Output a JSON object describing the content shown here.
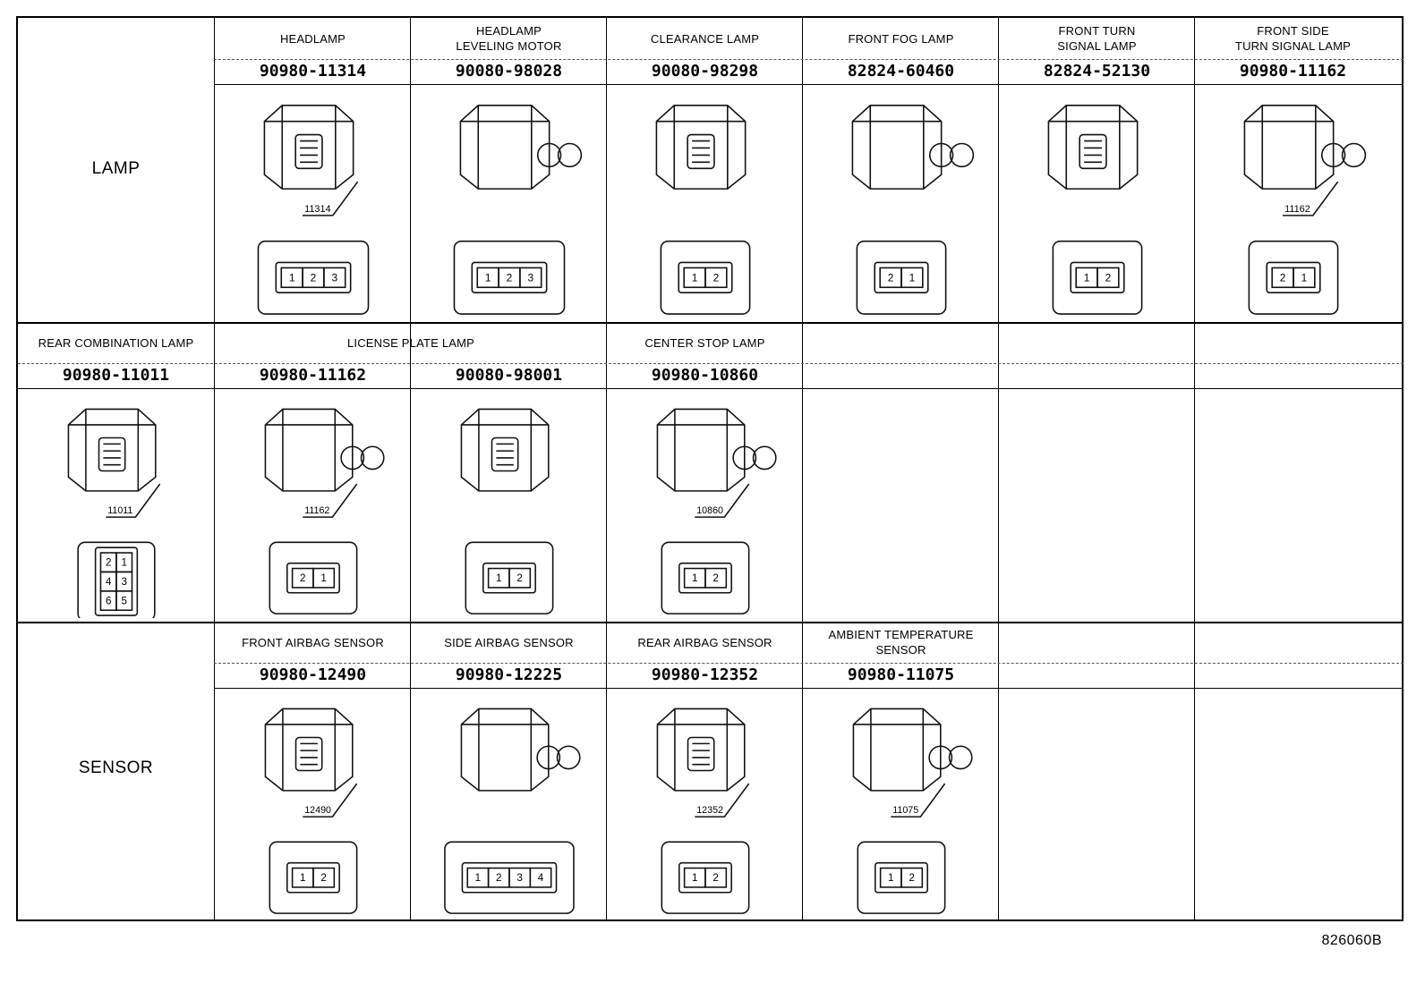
{
  "sections": [
    {
      "category": "LAMP"
    },
    {
      "category": ""
    },
    {
      "category": "SENSOR"
    }
  ],
  "rows": [
    {
      "connectors": [
        {
          "name": "",
          "part_no": ""
        },
        {
          "name": "HEADLAMP",
          "part_no": "90980-11314",
          "label": "11314",
          "pins": [
            "1",
            "2",
            "3"
          ]
        },
        {
          "name_line1": "HEADLAMP",
          "name_line2": "LEVELING MOTOR",
          "part_no": "90080-98028",
          "pins": [
            "1",
            "2",
            "3"
          ]
        },
        {
          "name": "CLEARANCE LAMP",
          "part_no": "90080-98298",
          "pins": [
            "1",
            "2"
          ]
        },
        {
          "name": "FRONT FOG LAMP",
          "part_no": "82824-60460",
          "pins": [
            "2",
            "1"
          ]
        },
        {
          "name_line1": "FRONT TURN",
          "name_line2": "SIGNAL LAMP",
          "part_no": "82824-52130",
          "pins": [
            "1",
            "2"
          ]
        },
        {
          "name_line1": "FRONT SIDE",
          "name_line2": "TURN SIGNAL LAMP",
          "part_no": "90980-11162",
          "label": "11162",
          "pins": [
            "2",
            "1"
          ]
        }
      ]
    },
    {
      "connectors": [
        {
          "name": "REAR COMBINATION LAMP",
          "part_no": "90980-11011",
          "label": "11011",
          "pins": [
            "2",
            "1",
            "4",
            "3",
            "6",
            "5"
          ]
        },
        {
          "name": "LICENSE PLATE LAMP",
          "part_no": "90980-11162",
          "label": "11162",
          "pins": [
            "2",
            "1"
          ]
        },
        {
          "name": "",
          "part_no": "90080-98001",
          "pins": [
            "1",
            "2"
          ]
        },
        {
          "name": "CENTER STOP LAMP",
          "part_no": "90980-10860",
          "label": "10860",
          "pins": [
            "1",
            "2"
          ]
        },
        {
          "name": "",
          "part_no": ""
        },
        {
          "name": "",
          "part_no": ""
        },
        {
          "name": "",
          "part_no": ""
        }
      ]
    },
    {
      "connectors": [
        {
          "name": "",
          "part_no": ""
        },
        {
          "name": "FRONT AIRBAG SENSOR",
          "part_no": "90980-12490",
          "label": "12490",
          "pins": [
            "1",
            "2"
          ]
        },
        {
          "name": "SIDE AIRBAG SENSOR",
          "part_no": "90980-12225",
          "pins": [
            "1",
            "2",
            "3",
            "4"
          ]
        },
        {
          "name": "REAR AIRBAG SENSOR",
          "part_no": "90980-12352",
          "label": "12352",
          "pins": [
            "1",
            "2"
          ]
        },
        {
          "name_line1": "AMBIENT TEMPERATURE",
          "name_line2": "SENSOR",
          "part_no": "90980-11075",
          "label": "11075",
          "pins": [
            "1",
            "2"
          ]
        },
        {
          "name": "",
          "part_no": ""
        },
        {
          "name": "",
          "part_no": ""
        }
      ]
    }
  ],
  "document_number": "826060B"
}
